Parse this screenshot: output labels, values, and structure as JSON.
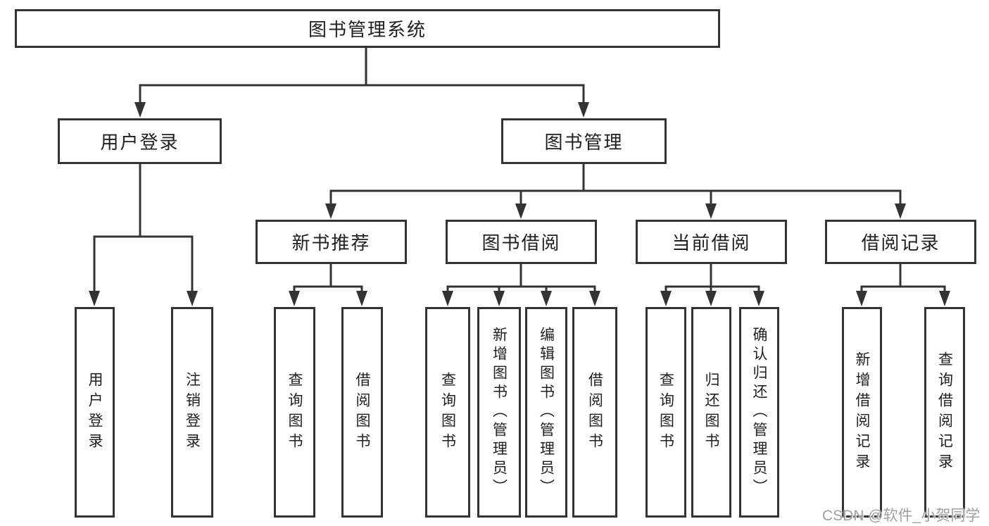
{
  "title": "图书管理系统",
  "colors": {
    "line": "#333333",
    "box_border": "#333333",
    "box_bg": "#ffffff",
    "text": "#1f1f1f",
    "watermark": "#a0a0a0"
  },
  "watermark": {
    "text": "CSDN @软件_小贺同学"
  },
  "tree": {
    "root": {
      "label": "图书管理系统"
    },
    "branches": [
      {
        "label": "用户登录",
        "children": [
          {
            "label": "用户登录"
          },
          {
            "label": "注销登录"
          }
        ]
      },
      {
        "label": "图书管理",
        "children": [
          {
            "label": "新书推荐",
            "children": [
              {
                "label": "查询图书"
              },
              {
                "label": "借阅图书"
              }
            ]
          },
          {
            "label": "图书借阅",
            "children": [
              {
                "label": "查询图书"
              },
              {
                "label": "新增图书（管理员）"
              },
              {
                "label": "编辑图书（管理员）"
              },
              {
                "label": "借阅图书"
              }
            ]
          },
          {
            "label": "当前借阅",
            "children": [
              {
                "label": "查询图书"
              },
              {
                "label": "归还图书"
              },
              {
                "label": "确认归还（管理员）"
              }
            ]
          },
          {
            "label": "借阅记录",
            "children": [
              {
                "label": "新增借阅记录"
              },
              {
                "label": "查询借阅记录"
              }
            ]
          }
        ]
      }
    ]
  }
}
